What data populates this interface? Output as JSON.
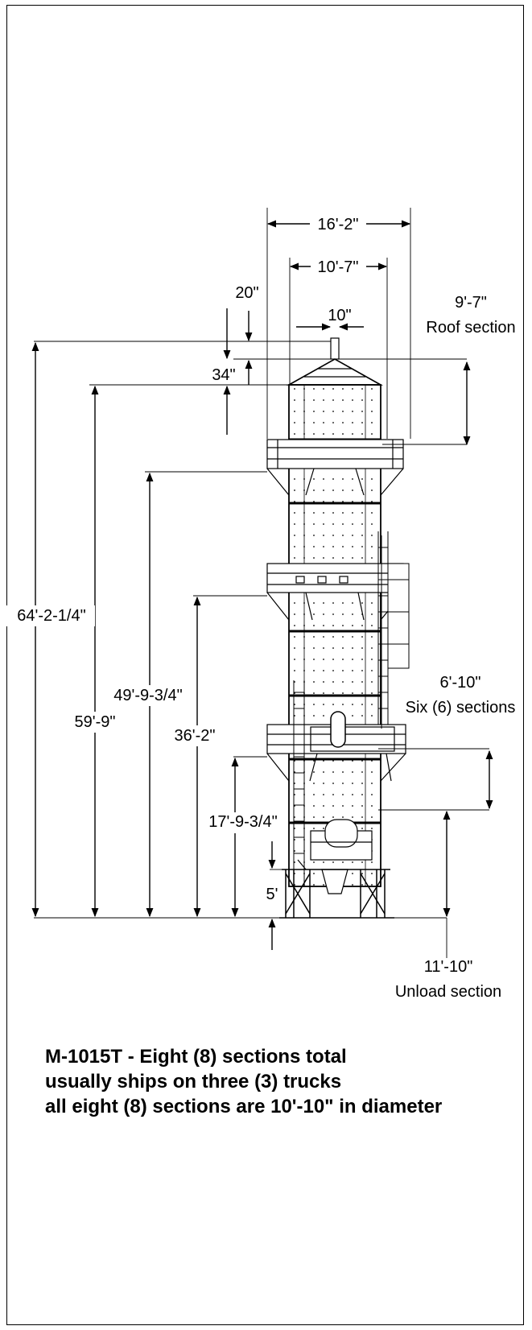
{
  "dimensions": {
    "overall_width": "16'-2\"",
    "body_width": "10'-7\"",
    "vent_width": "10\"",
    "vent_height": "20\"",
    "roof_peak": "34\"",
    "roof_section_height": "9'-7\"",
    "roof_section_label": "Roof section",
    "overall_height": "64'-2-1/4\"",
    "eave_height": "59'-9\"",
    "upper_platform_height": "49'-9-3/4\"",
    "middle_platform_height": "36'-2\"",
    "lower_platform_height": "17'-9-3/4\"",
    "section_height": "6'-10\"",
    "section_label": "Six (6) sections",
    "leg_clearance": "5'",
    "unload_section_height": "11'-10\"",
    "unload_section_label": "Unload section"
  },
  "notes": {
    "line1": "M-1015T - Eight (8) sections total",
    "line2": "usually ships on three (3) trucks",
    "line3": "all eight (8) sections are 10'-10\" in diameter"
  }
}
